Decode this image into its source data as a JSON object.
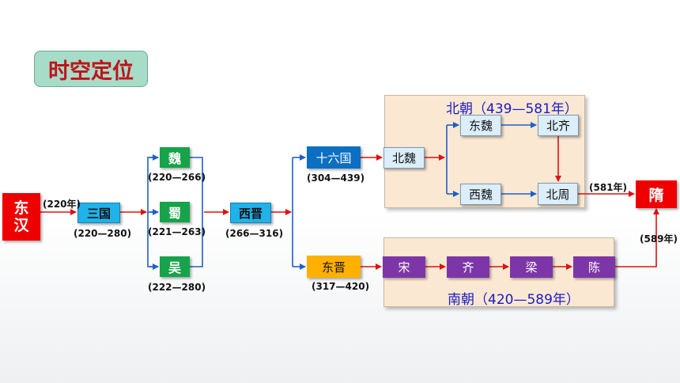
{
  "section_title": "时空定位",
  "nodes": {
    "donghan": "东汉",
    "sanguo": "三国",
    "wei": "魏",
    "shu": "蜀",
    "wu": "吴",
    "xijin": "西晋",
    "shiliuguo": "十六国",
    "dongjin": "东晋",
    "beiwei": "北魏",
    "dongwei": "东魏",
    "xiwei": "西魏",
    "beiqi": "北齐",
    "beizhou": "北周",
    "song": "宋",
    "qi": "齐",
    "liang": "梁",
    "chen": "陈",
    "sui": "隋"
  },
  "years": {
    "donghan_end": "(220年)",
    "sanguo": "(220—280)",
    "wei": "(220—266)",
    "shu": "(221—263)",
    "wu": "(222—280)",
    "xijin": "(266—316)",
    "shiliuguo": "(304—439)",
    "dongjin": "(317—420)",
    "sui_north": "(581年)",
    "sui_south": "(589年)"
  },
  "panels": {
    "north": "北朝（439—581年）",
    "south": "南朝（420—589年）"
  }
}
